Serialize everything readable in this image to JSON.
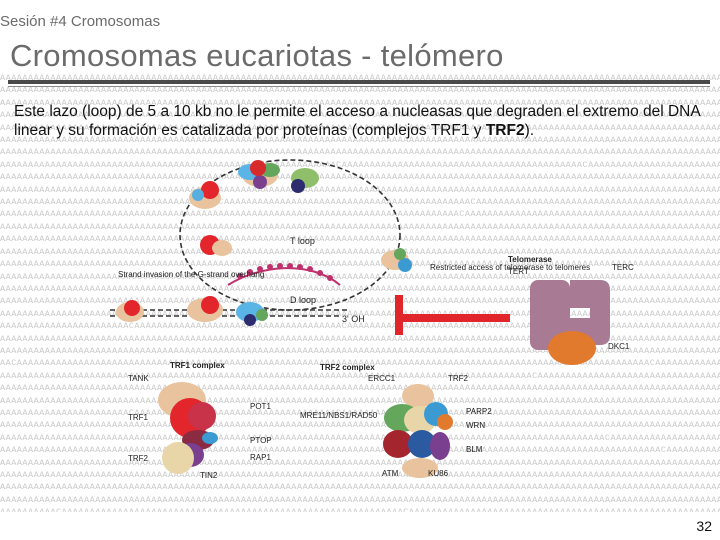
{
  "header": {
    "session": "Sesión #4 Cromosomas",
    "title": "Cromosomas eucariotas - telómero"
  },
  "body": {
    "text_before": "Este lazo (loop) de 5 a 10 kb no le permite el acceso a nucleasas que degraden el extremo del DNA linear y su formación es catalizada por proteínas (complejos TRF1 y ",
    "text_bold": "TRF2",
    "text_after": ")."
  },
  "figure": {
    "t_loop": "T loop",
    "d_loop": "D loop",
    "strand_invasion": "Strand invasion of the G-strand overhang",
    "three_oh": "3' OH",
    "restricted": "Restricted access of telomerase to telomeres",
    "telomerase": "Telomerase",
    "tert": "TERT",
    "terc": "TERC",
    "dkc1": "DKC1",
    "trf1_complex": "TRF1 complex",
    "trf2_complex": "TRF2 complex",
    "tank": "TANK",
    "trf1": "TRF1",
    "trf2_left": "TRF2",
    "pot1": "POT1",
    "ptop": "PTOP",
    "rap1": "RAP1",
    "tin2": "TIN2",
    "ercc1": "ERCC1",
    "trf2": "TRF2",
    "mre11": "MRE11/NBS1/RAD50",
    "parp2": "PARP2",
    "wrn": "WRN",
    "blm": "BLM",
    "atm": "ATM",
    "ku86": "KU86"
  },
  "page_number": "32",
  "colors": {
    "title": "#6b6b6b",
    "red_bar": "#e0262b",
    "telomerase": "#a87a93",
    "dna_loop": "#c0306c"
  }
}
